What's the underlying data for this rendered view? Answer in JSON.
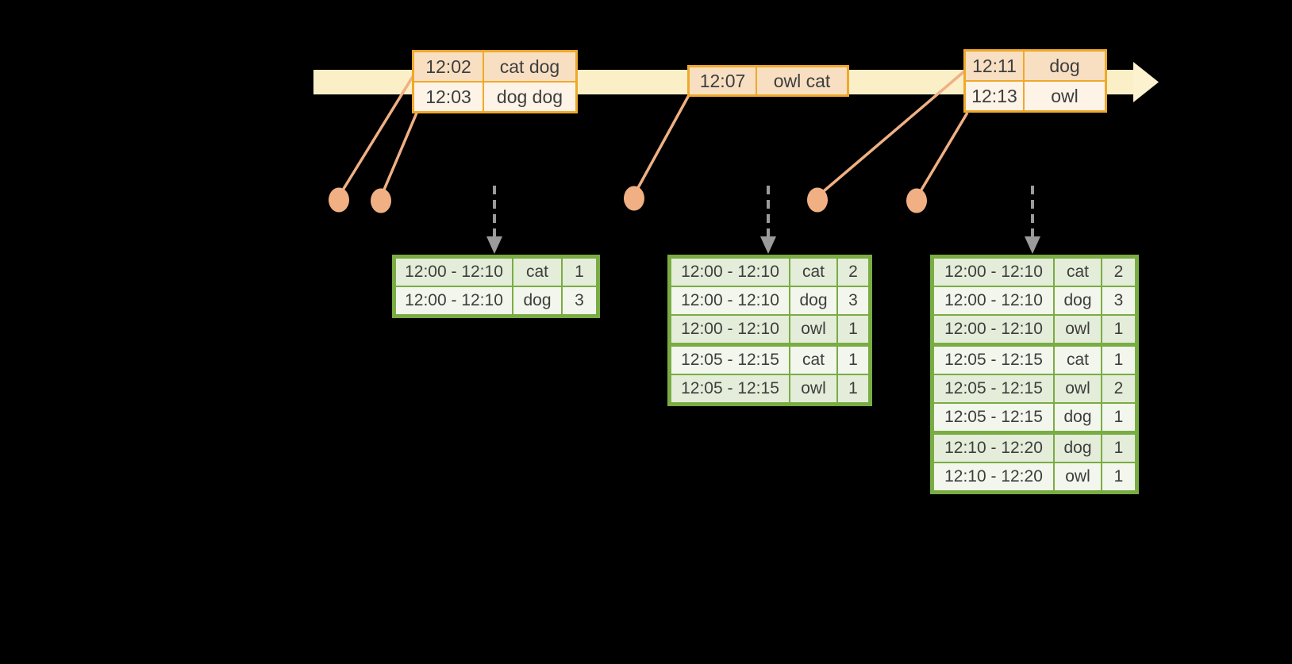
{
  "colors": {
    "background": "#000000",
    "timeline_fill": "#fbefc7",
    "event_table_border": "#eea92c",
    "event_row_peach": "#f8dfc2",
    "event_row_cream": "#fdf3e6",
    "connector_salmon": "#f0b083",
    "dashed_arrow_gray": "#9b9b9b",
    "result_table_border": "#7aac44",
    "result_row_tint": "#e3edd9",
    "result_row_light": "#f2f6ec",
    "text": "#3e3e3e"
  },
  "event_tables": [
    {
      "rows": [
        {
          "time": "12:02",
          "words": "cat dog"
        },
        {
          "time": "12:03",
          "words": "dog dog"
        }
      ]
    },
    {
      "rows": [
        {
          "time": "12:07",
          "words": "owl cat"
        }
      ]
    },
    {
      "rows": [
        {
          "time": "12:11",
          "words": "dog"
        },
        {
          "time": "12:13",
          "words": "owl"
        }
      ]
    }
  ],
  "result_tables": [
    {
      "rows": [
        {
          "window": "12:00 - 12:10",
          "word": "cat",
          "count": "1"
        },
        {
          "window": "12:00 - 12:10",
          "word": "dog",
          "count": "3"
        }
      ]
    },
    {
      "rows": [
        {
          "window": "12:00 - 12:10",
          "word": "cat",
          "count": "2"
        },
        {
          "window": "12:00 - 12:10",
          "word": "dog",
          "count": "3"
        },
        {
          "window": "12:00 - 12:10",
          "word": "owl",
          "count": "1"
        },
        {
          "window": "12:05 - 12:15",
          "word": "cat",
          "count": "1"
        },
        {
          "window": "12:05 - 12:15",
          "word": "owl",
          "count": "1"
        }
      ]
    },
    {
      "rows": [
        {
          "window": "12:00 - 12:10",
          "word": "cat",
          "count": "2"
        },
        {
          "window": "12:00 - 12:10",
          "word": "dog",
          "count": "3"
        },
        {
          "window": "12:00 - 12:10",
          "word": "owl",
          "count": "1"
        },
        {
          "window": "12:05 - 12:15",
          "word": "cat",
          "count": "1"
        },
        {
          "window": "12:05 - 12:15",
          "word": "owl",
          "count": "2"
        },
        {
          "window": "12:05 - 12:15",
          "word": "dog",
          "count": "1"
        },
        {
          "window": "12:10 - 12:20",
          "word": "dog",
          "count": "1"
        },
        {
          "window": "12:10 - 12:20",
          "word": "owl",
          "count": "1"
        }
      ]
    }
  ]
}
